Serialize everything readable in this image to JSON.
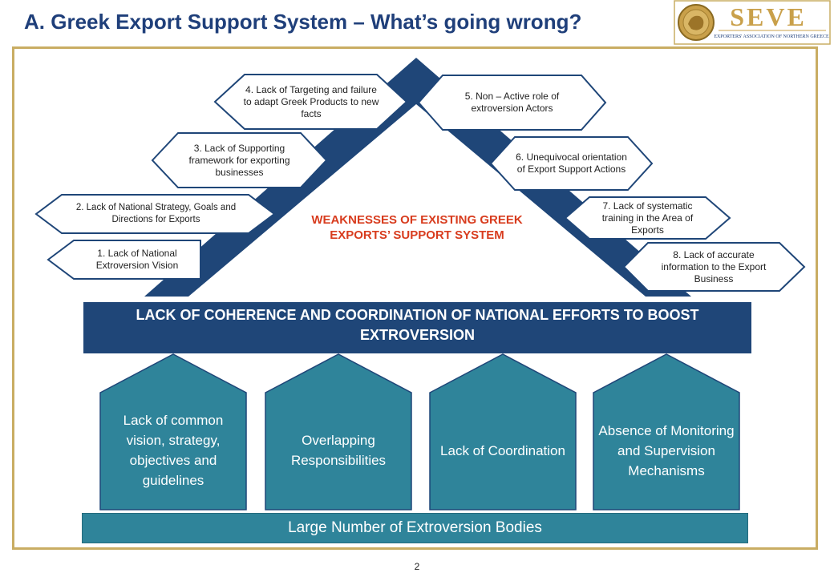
{
  "title": "A. Greek Export Support System – What’s going wrong?",
  "logo": {
    "name": "SEVE",
    "subtitle": "EXPORTERS' ASSOCIATION OF NORTHERN GREECE"
  },
  "weaknesses": [
    "1. Lack of National Extroversion Vision",
    "2. Lack of National Strategy, Goals and Directions for Exports",
    "3. Lack of Supporting framework for exporting businesses",
    "4. Lack of Targeting and failure to adapt Greek Products to new facts",
    "5. Non – Active role of extroversion  Actors",
    "6. Unequivocal orientation of Export Support Actions",
    "7. Lack of systematic training in the Area of Exports",
    "8. Lack of accurate information to the Export Business"
  ],
  "center_title": "WEAKNESSES OF EXISTING GREEK EXPORTS’ SUPPORT SYSTEM",
  "banner": "LACK OF COHERENCE AND COORDINATION OF NATIONAL EFFORTS TO BOOST EXTROVERSION",
  "pillars": [
    "Lack of common vision, strategy, objectives and guidelines",
    "Overlapping Responsibilities",
    "Lack of Coordination",
    "Absence of Monitoring and Supervision Mechanisms"
  ],
  "base": "Large Number of Extroversion Bodies",
  "page_number": "2",
  "colors": {
    "title": "#1f3f7a",
    "roof": "#1f4678",
    "banner": "#1f4678",
    "pillar": "#2f849a",
    "frame": "#c9ad63",
    "center_title": "#d83c1e"
  }
}
